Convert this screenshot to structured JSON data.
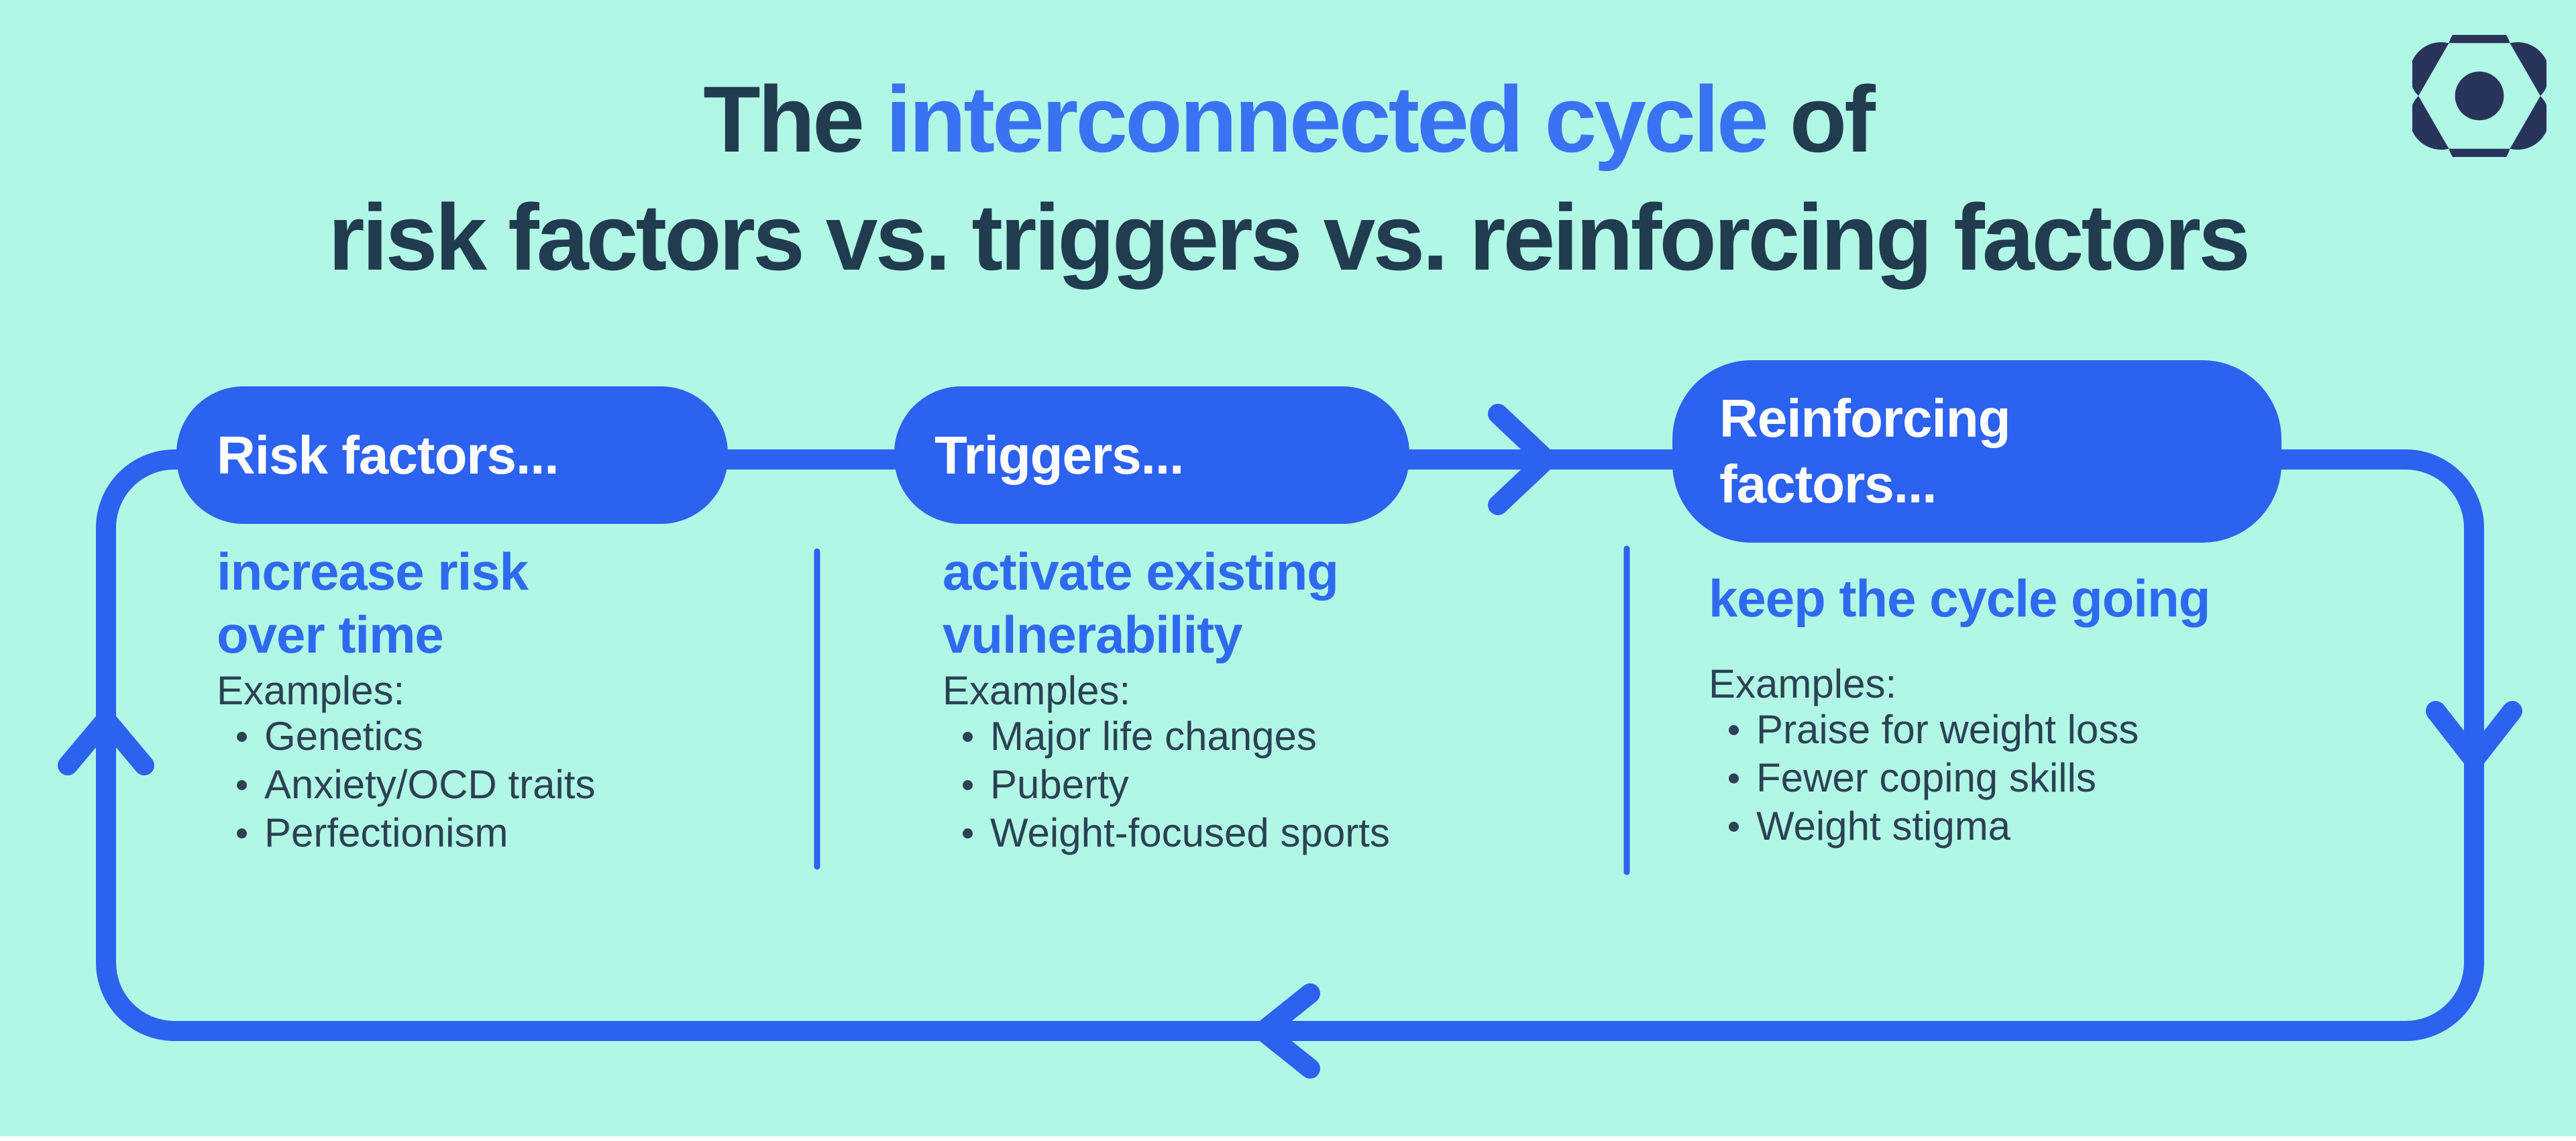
{
  "title": {
    "line1_prefix": "The ",
    "line1_highlight": "interconnected cycle",
    "line1_suffix": " of",
    "line2": "risk factors vs. triggers vs. reinforcing factors"
  },
  "logo": {
    "name": "hexagon-flower-logo"
  },
  "columns": [
    {
      "pill_lines": [
        "Risk factors..."
      ],
      "heading_lines": [
        "increase risk",
        "over time"
      ],
      "examples_label": "Examples:",
      "bullets": [
        "Genetics",
        "Anxiety/OCD traits",
        "Perfectionism"
      ]
    },
    {
      "pill_lines": [
        "Triggers..."
      ],
      "heading_lines": [
        "activate existing",
        "vulnerability"
      ],
      "examples_label": "Examples:",
      "bullets": [
        "Major life changes",
        "Puberty",
        "Weight-focused sports"
      ]
    },
    {
      "pill_lines": [
        "Reinforcing",
        "factors..."
      ],
      "heading_lines": [
        "keep the cycle going"
      ],
      "examples_label": "Examples:",
      "bullets": [
        "Praise for weight loss",
        "Fewer coping skills",
        "Weight stigma"
      ]
    }
  ],
  "colors": {
    "background": "#b1f7e6",
    "shape_blue": "#2c62f0",
    "title_accent_blue": "#3a72f4",
    "heading_blue": "#2e6af1",
    "dark_text": "#2b4252",
    "title_dark": "#203c4e",
    "logo_navy": "#28345a",
    "pill_text": "#ffffff",
    "bottom_strip": "#ffffff"
  }
}
